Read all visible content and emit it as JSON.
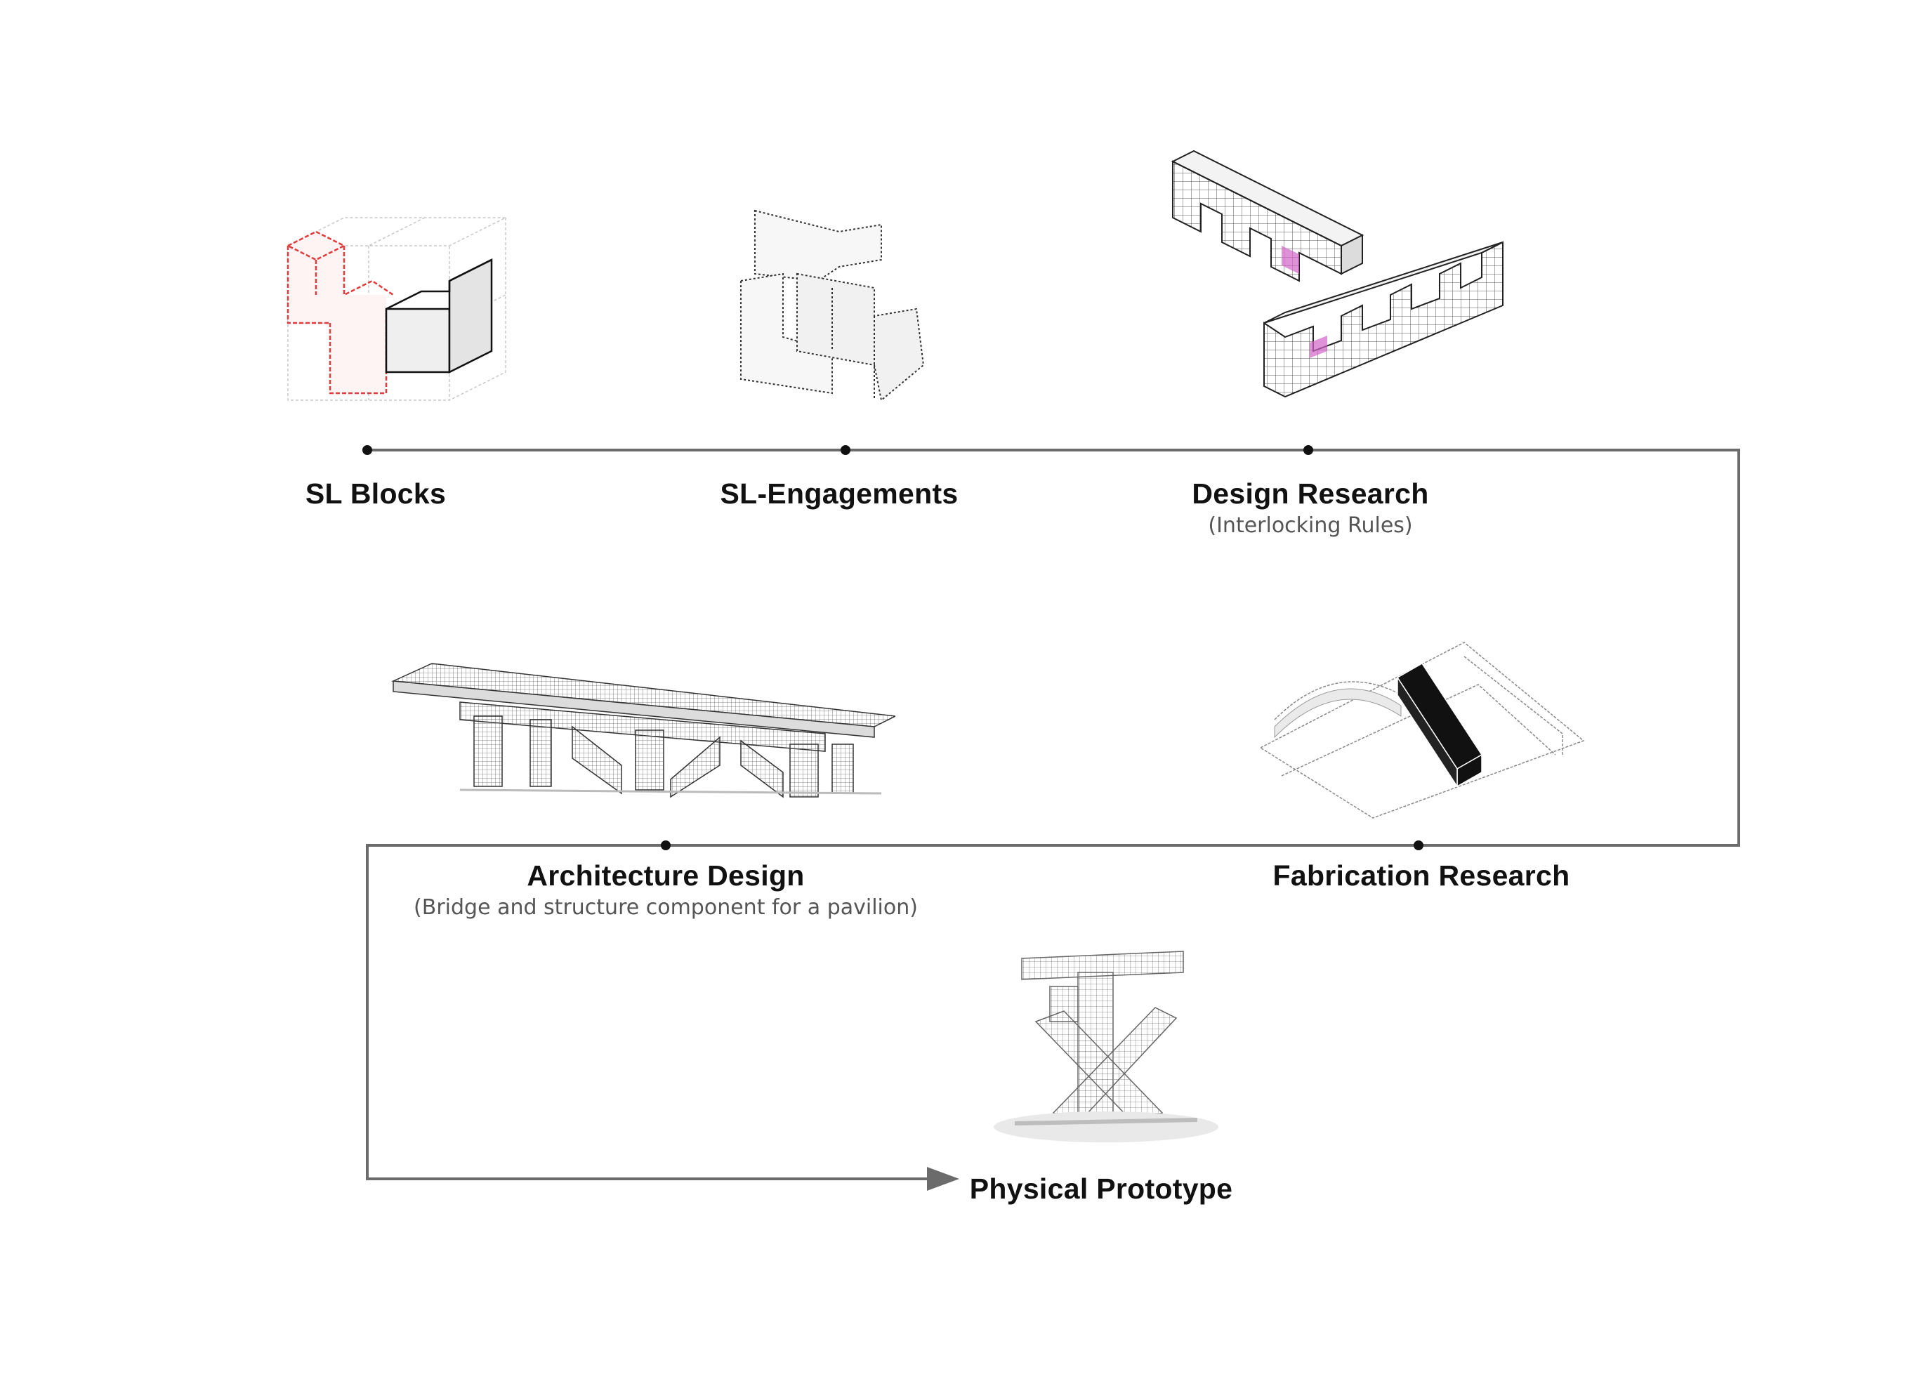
{
  "stages": [
    {
      "id": "sl-blocks",
      "title": "SL Blocks",
      "subtitle": ""
    },
    {
      "id": "sl-engagements",
      "title": "SL-Engagements",
      "subtitle": ""
    },
    {
      "id": "design-research",
      "title": "Design Research",
      "subtitle": "(Interlocking Rules)"
    },
    {
      "id": "fabrication-research",
      "title": "Fabrication Research",
      "subtitle": ""
    },
    {
      "id": "architecture-design",
      "title": "Architecture Design",
      "subtitle": "(Bridge and structure component for a pavilion)"
    },
    {
      "id": "physical-prototype",
      "title": "Physical Prototype",
      "subtitle": ""
    }
  ],
  "colors": {
    "line": "#6b6b6b",
    "node": "#111111",
    "accent_red": "#e23b3b",
    "accent_magenta": "#d264c8"
  }
}
